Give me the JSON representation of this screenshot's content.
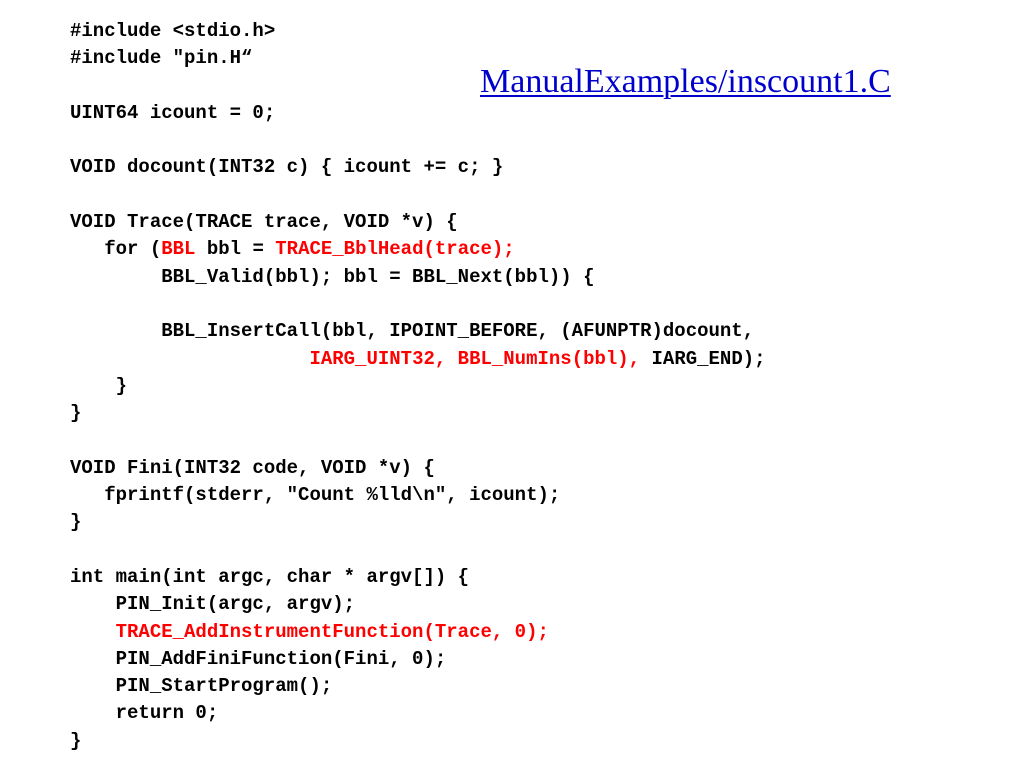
{
  "title": "ManualExamples/inscount1.C",
  "colors": {
    "text": "#000000",
    "highlight": "#ff0000",
    "title": "#0000cc"
  },
  "code": [
    [
      {
        "t": "#include <stdio.h>"
      }
    ],
    [
      {
        "t": "#include \"pin.H“"
      }
    ],
    [
      {
        "t": ""
      }
    ],
    [
      {
        "t": "UINT64 icount = 0;"
      }
    ],
    [
      {
        "t": ""
      }
    ],
    [
      {
        "t": "VOID docount(INT32 c) { icount += c; }"
      }
    ],
    [
      {
        "t": ""
      }
    ],
    [
      {
        "t": "VOID Trace(TRACE trace, VOID *v) {"
      }
    ],
    [
      {
        "t": "   for ("
      },
      {
        "t": "BBL",
        "hl": true
      },
      {
        "t": " bbl = "
      },
      {
        "t": "TRACE_BblHead(trace);",
        "hl": true
      }
    ],
    [
      {
        "t": "        BBL_Valid(bbl); bbl = BBL_Next(bbl)) {"
      }
    ],
    [
      {
        "t": ""
      }
    ],
    [
      {
        "t": "        BBL_InsertCall(bbl, IPOINT_BEFORE, (AFUNPTR)docount,"
      }
    ],
    [
      {
        "t": "                     "
      },
      {
        "t": "IARG_UINT32, BBL_NumIns(bbl),",
        "hl": true
      },
      {
        "t": " IARG_END);"
      }
    ],
    [
      {
        "t": "    }"
      }
    ],
    [
      {
        "t": "}"
      }
    ],
    [
      {
        "t": ""
      }
    ],
    [
      {
        "t": "VOID Fini(INT32 code, VOID *v) {"
      }
    ],
    [
      {
        "t": "   fprintf(stderr, \"Count %lld\\n\", icount);"
      }
    ],
    [
      {
        "t": "}"
      }
    ],
    [
      {
        "t": ""
      }
    ],
    [
      {
        "t": "int main(int argc, char * argv[]) {"
      }
    ],
    [
      {
        "t": "    PIN_Init(argc, argv);"
      }
    ],
    [
      {
        "t": "    "
      },
      {
        "t": "TRACE_AddInstrumentFunction(Trace, 0);",
        "hl": true
      }
    ],
    [
      {
        "t": "    PIN_AddFiniFunction(Fini, 0);"
      }
    ],
    [
      {
        "t": "    PIN_StartProgram();"
      }
    ],
    [
      {
        "t": "    return 0;"
      }
    ],
    [
      {
        "t": "}"
      }
    ]
  ]
}
